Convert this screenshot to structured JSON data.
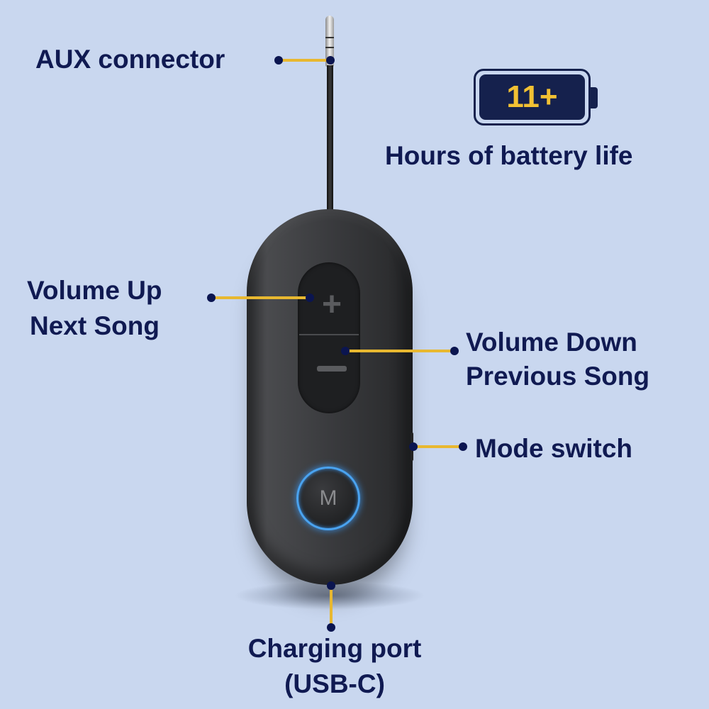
{
  "labels": {
    "aux": "AUX connector",
    "battery_value": "11+",
    "battery_caption": "Hours of battery life",
    "vol_up_1": "Volume Up",
    "vol_up_2": "Next Song",
    "vol_down_1": "Volume Down",
    "vol_down_2": "Previous Song",
    "mode": "Mode switch",
    "charge_1": "Charging port",
    "charge_2": "(USB-C)"
  },
  "device": {
    "plus_glyph": "+",
    "m_button": "M"
  },
  "colors": {
    "background": "#c9d7ef",
    "text": "#101a52",
    "leader": "#e8b830",
    "battery_text": "#f2c133",
    "ring": "#4aa3f0"
  }
}
